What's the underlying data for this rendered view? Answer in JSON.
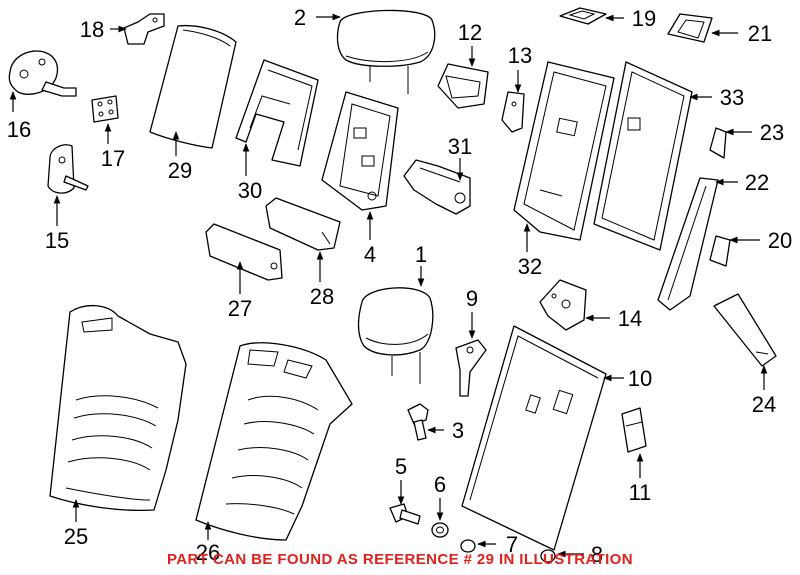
{
  "footer_note": "PART CAN BE FOUND AS REFERENCE # 29 IN ILLUSTRATION",
  "accent_color": "#e0201b",
  "callouts": {
    "c1": "1",
    "c2": "2",
    "c3": "3",
    "c4": "4",
    "c5": "5",
    "c6": "6",
    "c7": "7",
    "c8": "8",
    "c9": "9",
    "c10": "10",
    "c11": "11",
    "c12": "12",
    "c13": "13",
    "c14": "14",
    "c15": "15",
    "c16": "16",
    "c17": "17",
    "c18": "18",
    "c19": "19",
    "c20": "20",
    "c21": "21",
    "c22": "22",
    "c23": "23",
    "c24": "24",
    "c25": "25",
    "c26": "26",
    "c27": "27",
    "c28": "28",
    "c29": "29",
    "c30": "30",
    "c31": "31",
    "c32": "32",
    "c33": "33"
  }
}
